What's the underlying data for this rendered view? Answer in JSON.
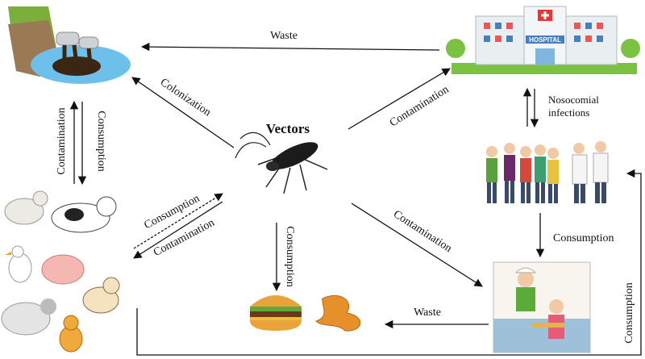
{
  "diagram": {
    "center_label": "Vectors",
    "hospital_sign": "HOSPITAL",
    "edges": {
      "hospital_to_sewage": "Waste",
      "vector_to_sewage": "Colonization",
      "vector_to_hospital": "Contamination",
      "hospital_people": "Nosocomial\ninfections",
      "sewage_to_animals": "Contamination",
      "animals_to_sewage": "Consumption",
      "animals_to_vector": "Consumption",
      "vector_to_animals": "Contamination",
      "vector_to_food": "Consumption",
      "vector_to_canteen": "Contamination",
      "people_to_canteen": "Consumption",
      "canteen_to_food": "Waste",
      "animals_to_people": "Consumption"
    }
  }
}
